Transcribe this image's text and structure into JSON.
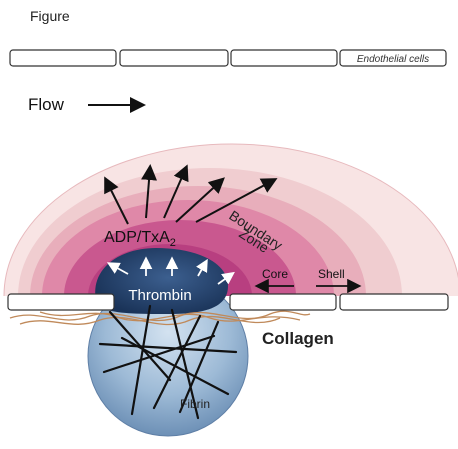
{
  "figure": {
    "title": "Figure"
  },
  "labels": {
    "endothelial": "Endothelial cells",
    "flow": "Flow",
    "adp": "ADP/TxA",
    "adp_sub": "2",
    "boundary_1": "Boundary",
    "boundary_2": "Zone",
    "core": "Core",
    "shell": "Shell",
    "thrombin": "Thrombin",
    "collagen": "Collagen",
    "fibrin": "Fibrin"
  },
  "colors": {
    "endothelial_fill": "#ffffff",
    "endothelial_stroke": "#333333",
    "outer_shell": "#f7dede",
    "mid_shell": "#eec2c6",
    "inner_shell": "#e39cb0",
    "boundary_zone": "#d2689a",
    "core": "#c0497f",
    "thrombin": "#23426d",
    "collagen_sphere": "#8fb0cf",
    "collagen_fiber": "#c08a5b",
    "fibrin_fiber": "#111111"
  }
}
